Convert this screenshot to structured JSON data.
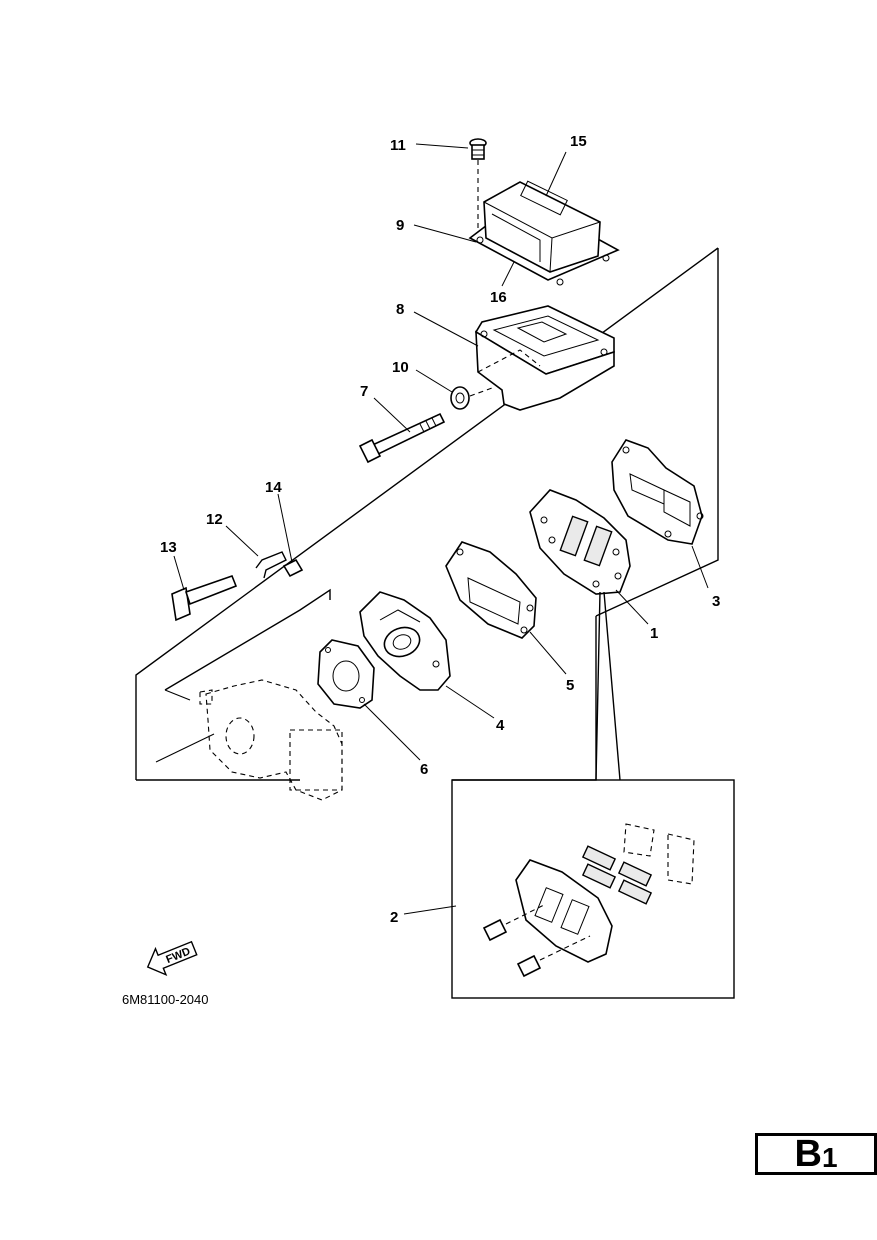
{
  "callouts": {
    "c1": "1",
    "c2": "2",
    "c3": "3",
    "c4": "4",
    "c5": "5",
    "c6": "6",
    "c7": "7",
    "c8": "8",
    "c9": "9",
    "c10": "10",
    "c11": "11",
    "c12": "12",
    "c13": "13",
    "c14": "14",
    "c15": "15",
    "c16": "16"
  },
  "fwd_label": "FWD",
  "drawing_code": "6M81100-2040",
  "section": {
    "letter": "B",
    "number": "1"
  },
  "icons": {
    "direction": "fwd-arrow-icon"
  }
}
